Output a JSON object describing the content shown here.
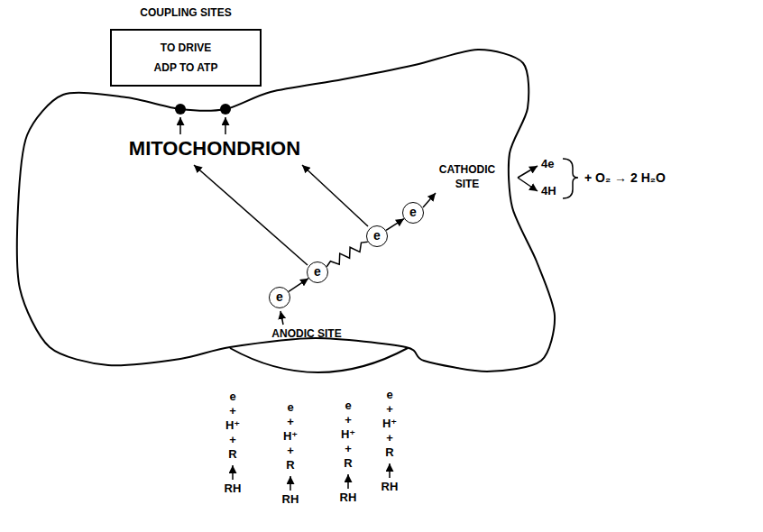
{
  "diagram": {
    "nodes": [
      {
        "text": [
          "COUPLING SITES",
          "TO DRIVE ADP TO ATP"
        ]
      },
      {
        "text": [
          "MITOCHONDRION"
        ]
      },
      {
        "text": [
          "e"
        ],
        "in": 1
      },
      {
        "text": [
          "e"
        ],
        "in": 1
      },
      {
        "text": [
          "e"
        ],
        "in": 1
      },
      {
        "text": [
          "e"
        ],
        "in": 1
      }
    ],
    "edges": [
      {
        "from": 2,
        "to": 3,
        "arrow": "to"
      },
      {
        "from": 3,
        "to": 4,
        "arrow": "none"
      },
      {
        "from": 4,
        "to": 5,
        "arrow": "to"
      }
    ],
    "labels": [
      "ANODIC SITE",
      "CATHODIC SITE",
      "4e",
      "4H",
      "+ O₂ → 2 H₂O",
      "e + H⁺ + R",
      "RH",
      "e + H⁺ + R",
      "RH",
      "e + H⁺ + R",
      "RH",
      "e + H⁺ + R",
      "RH"
    ]
  }
}
